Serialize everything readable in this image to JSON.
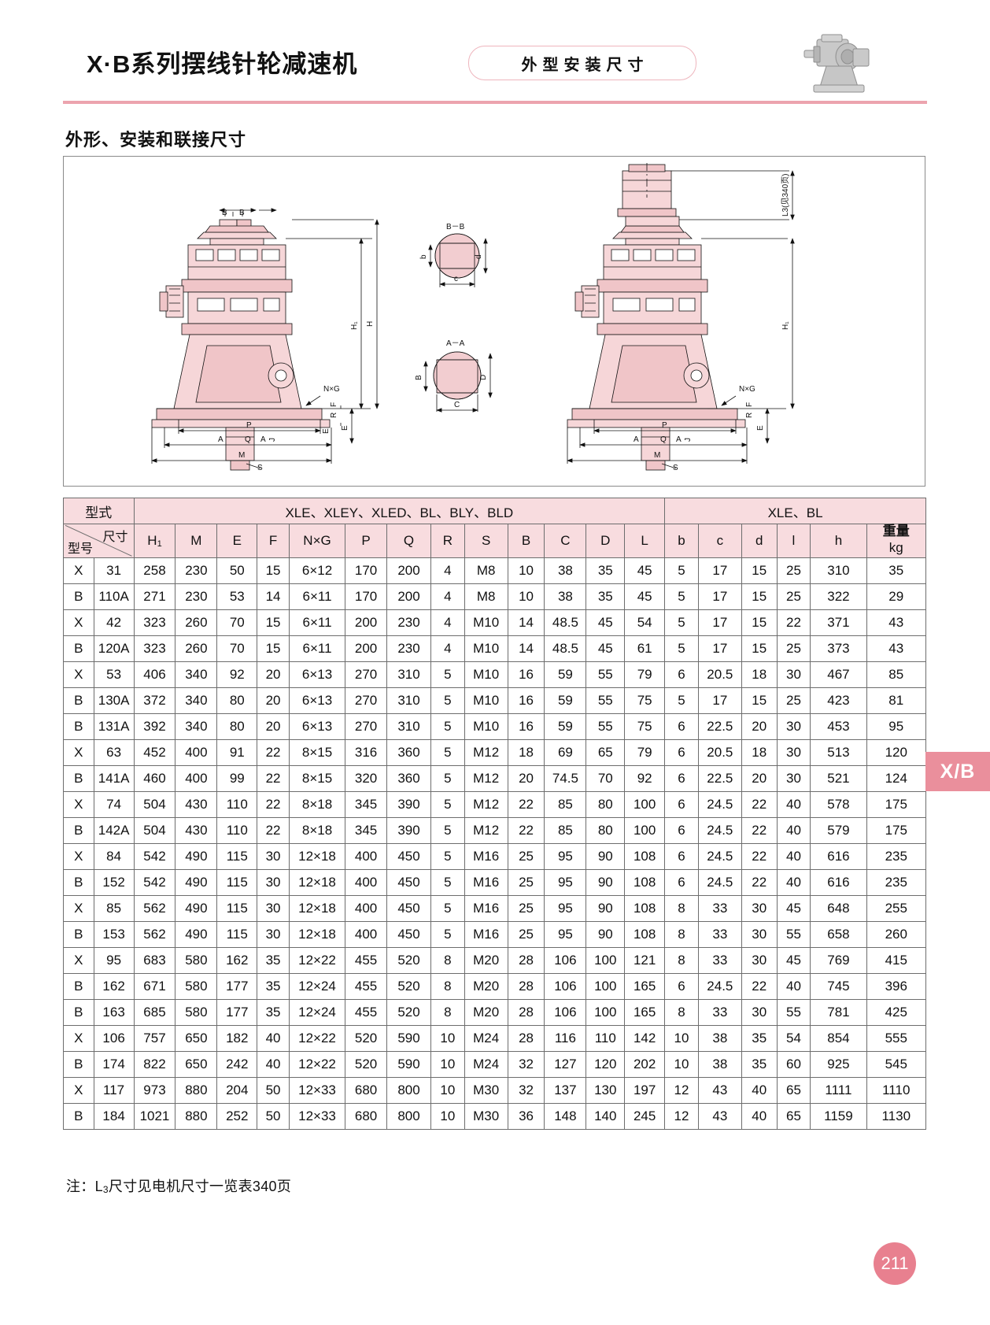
{
  "header": {
    "title": "X·B系列摆线针轮减速机",
    "badge": "外型安装尺寸",
    "icon": "gearbox-icon"
  },
  "section": {
    "title": "外形、安装和联接尺寸"
  },
  "figure": {
    "caption_labels": [
      "B－B",
      "A－A",
      "L3(见340页)",
      "H",
      "H1",
      "N×G",
      "E",
      "F",
      "R",
      "S",
      "P",
      "Q",
      "M",
      "A",
      "J",
      "b",
      "c",
      "d",
      "B",
      "C",
      "D"
    ]
  },
  "table": {
    "group_label": "型式",
    "group_left": "XLE、XLEY、XLED、BL、BLY、BLD",
    "group_right": "XLE、BL",
    "corner_top": "尺寸",
    "corner_bottom": "型号",
    "columns": [
      "H1",
      "M",
      "E",
      "F",
      "N×G",
      "P",
      "Q",
      "R",
      "S",
      "B",
      "C",
      "D",
      "L",
      "b",
      "c",
      "d",
      "l",
      "h"
    ],
    "weight_header_top": "重量",
    "weight_header_bottom": "kg",
    "rows": [
      {
        "series": "X",
        "model": "31",
        "values": [
          "258",
          "230",
          "50",
          "15",
          "6×12",
          "170",
          "200",
          "4",
          "M8",
          "10",
          "38",
          "35",
          "45",
          "5",
          "17",
          "15",
          "25",
          "310"
        ],
        "weight": "35"
      },
      {
        "series": "B",
        "model": "110A",
        "values": [
          "271",
          "230",
          "53",
          "14",
          "6×11",
          "170",
          "200",
          "4",
          "M8",
          "10",
          "38",
          "35",
          "45",
          "5",
          "17",
          "15",
          "25",
          "322"
        ],
        "weight": "29"
      },
      {
        "series": "X",
        "model": "42",
        "values": [
          "323",
          "260",
          "70",
          "15",
          "6×11",
          "200",
          "230",
          "4",
          "M10",
          "14",
          "48.5",
          "45",
          "54",
          "5",
          "17",
          "15",
          "22",
          "371"
        ],
        "weight": "43"
      },
      {
        "series": "B",
        "model": "120A",
        "values": [
          "323",
          "260",
          "70",
          "15",
          "6×11",
          "200",
          "230",
          "4",
          "M10",
          "14",
          "48.5",
          "45",
          "61",
          "5",
          "17",
          "15",
          "25",
          "373"
        ],
        "weight": "43"
      },
      {
        "series": "X",
        "model": "53",
        "values": [
          "406",
          "340",
          "92",
          "20",
          "6×13",
          "270",
          "310",
          "5",
          "M10",
          "16",
          "59",
          "55",
          "79",
          "6",
          "20.5",
          "18",
          "30",
          "467"
        ],
        "weight": "85"
      },
      {
        "series": "B",
        "model": "130A",
        "values": [
          "372",
          "340",
          "80",
          "20",
          "6×13",
          "270",
          "310",
          "5",
          "M10",
          "16",
          "59",
          "55",
          "75",
          "5",
          "17",
          "15",
          "25",
          "423"
        ],
        "weight": "81"
      },
      {
        "series": "B",
        "model": "131A",
        "values": [
          "392",
          "340",
          "80",
          "20",
          "6×13",
          "270",
          "310",
          "5",
          "M10",
          "16",
          "59",
          "55",
          "75",
          "6",
          "22.5",
          "20",
          "30",
          "453"
        ],
        "weight": "95"
      },
      {
        "series": "X",
        "model": "63",
        "values": [
          "452",
          "400",
          "91",
          "22",
          "8×15",
          "316",
          "360",
          "5",
          "M12",
          "18",
          "69",
          "65",
          "79",
          "6",
          "20.5",
          "18",
          "30",
          "513"
        ],
        "weight": "120"
      },
      {
        "series": "B",
        "model": "141A",
        "values": [
          "460",
          "400",
          "99",
          "22",
          "8×15",
          "320",
          "360",
          "5",
          "M12",
          "20",
          "74.5",
          "70",
          "92",
          "6",
          "22.5",
          "20",
          "30",
          "521"
        ],
        "weight": "124"
      },
      {
        "series": "X",
        "model": "74",
        "values": [
          "504",
          "430",
          "110",
          "22",
          "8×18",
          "345",
          "390",
          "5",
          "M12",
          "22",
          "85",
          "80",
          "100",
          "6",
          "24.5",
          "22",
          "40",
          "578"
        ],
        "weight": "175"
      },
      {
        "series": "B",
        "model": "142A",
        "values": [
          "504",
          "430",
          "110",
          "22",
          "8×18",
          "345",
          "390",
          "5",
          "M12",
          "22",
          "85",
          "80",
          "100",
          "6",
          "24.5",
          "22",
          "40",
          "579"
        ],
        "weight": "175"
      },
      {
        "series": "X",
        "model": "84",
        "values": [
          "542",
          "490",
          "115",
          "30",
          "12×18",
          "400",
          "450",
          "5",
          "M16",
          "25",
          "95",
          "90",
          "108",
          "6",
          "24.5",
          "22",
          "40",
          "616"
        ],
        "weight": "235"
      },
      {
        "series": "B",
        "model": "152",
        "values": [
          "542",
          "490",
          "115",
          "30",
          "12×18",
          "400",
          "450",
          "5",
          "M16",
          "25",
          "95",
          "90",
          "108",
          "6",
          "24.5",
          "22",
          "40",
          "616"
        ],
        "weight": "235"
      },
      {
        "series": "X",
        "model": "85",
        "values": [
          "562",
          "490",
          "115",
          "30",
          "12×18",
          "400",
          "450",
          "5",
          "M16",
          "25",
          "95",
          "90",
          "108",
          "8",
          "33",
          "30",
          "45",
          "648"
        ],
        "weight": "255"
      },
      {
        "series": "B",
        "model": "153",
        "values": [
          "562",
          "490",
          "115",
          "30",
          "12×18",
          "400",
          "450",
          "5",
          "M16",
          "25",
          "95",
          "90",
          "108",
          "8",
          "33",
          "30",
          "55",
          "658"
        ],
        "weight": "260"
      },
      {
        "series": "X",
        "model": "95",
        "values": [
          "683",
          "580",
          "162",
          "35",
          "12×22",
          "455",
          "520",
          "8",
          "M20",
          "28",
          "106",
          "100",
          "121",
          "8",
          "33",
          "30",
          "45",
          "769"
        ],
        "weight": "415"
      },
      {
        "series": "B",
        "model": "162",
        "values": [
          "671",
          "580",
          "177",
          "35",
          "12×24",
          "455",
          "520",
          "8",
          "M20",
          "28",
          "106",
          "100",
          "165",
          "6",
          "24.5",
          "22",
          "40",
          "745"
        ],
        "weight": "396"
      },
      {
        "series": "B",
        "model": "163",
        "values": [
          "685",
          "580",
          "177",
          "35",
          "12×24",
          "455",
          "520",
          "8",
          "M20",
          "28",
          "106",
          "100",
          "165",
          "8",
          "33",
          "30",
          "55",
          "781"
        ],
        "weight": "425"
      },
      {
        "series": "X",
        "model": "106",
        "values": [
          "757",
          "650",
          "182",
          "40",
          "12×22",
          "520",
          "590",
          "10",
          "M24",
          "28",
          "116",
          "110",
          "142",
          "10",
          "38",
          "35",
          "54",
          "854"
        ],
        "weight": "555"
      },
      {
        "series": "B",
        "model": "174",
        "values": [
          "822",
          "650",
          "242",
          "40",
          "12×22",
          "520",
          "590",
          "10",
          "M24",
          "32",
          "127",
          "120",
          "202",
          "10",
          "38",
          "35",
          "60",
          "925"
        ],
        "weight": "545"
      },
      {
        "series": "X",
        "model": "117",
        "values": [
          "973",
          "880",
          "204",
          "50",
          "12×33",
          "680",
          "800",
          "10",
          "M30",
          "32",
          "137",
          "130",
          "197",
          "12",
          "43",
          "40",
          "65",
          "1111"
        ],
        "weight": "1110"
      },
      {
        "series": "B",
        "model": "184",
        "values": [
          "1021",
          "880",
          "252",
          "50",
          "12×33",
          "680",
          "800",
          "10",
          "M30",
          "36",
          "148",
          "140",
          "245",
          "12",
          "43",
          "40",
          "65",
          "1159"
        ],
        "weight": "1130"
      }
    ]
  },
  "footer": {
    "note": "注：L3尺寸见电机尺寸一览表340页",
    "page_number": "211",
    "side_tab": "X/B"
  },
  "colors": {
    "accent": "#ea8f9c",
    "header_rule": "#eca4ae",
    "table_header_bg": "#f8dcdf",
    "drawing_fill": "#f6d6d8",
    "border": "#6d6d6d"
  }
}
